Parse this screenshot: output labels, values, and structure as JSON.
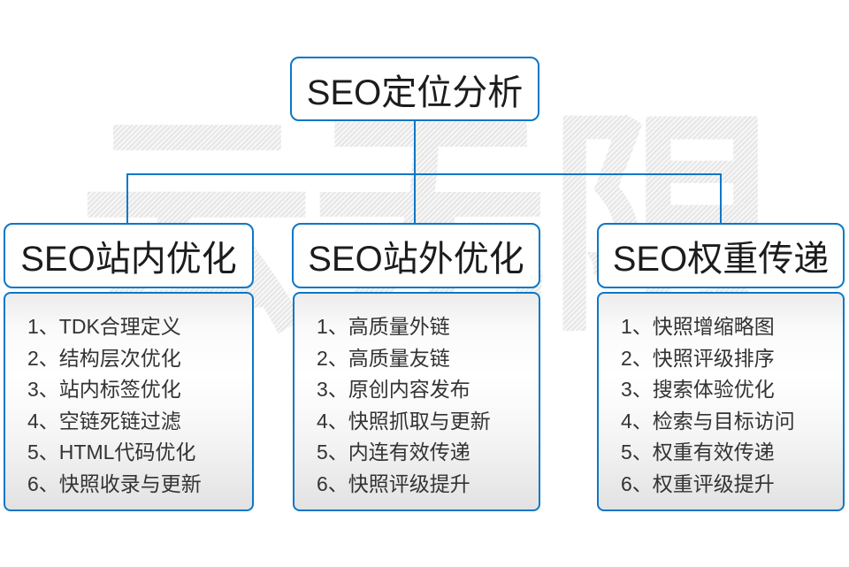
{
  "title": {
    "label": "SEO定位分析"
  },
  "watermark": {
    "text": "云无限"
  },
  "columns": [
    {
      "header": "SEO站内优化",
      "items": [
        "1、TDK合理定义",
        "2、结构层次优化",
        "3、站内标签优化",
        "4、空链死链过滤",
        "5、HTML代码优化",
        "6、快照收录与更新"
      ]
    },
    {
      "header": "SEO站外优化",
      "items": [
        "1、高质量外链",
        "2、高质量友链",
        "3、原创内容发布",
        "4、快照抓取与更新",
        "5、内连有效传递",
        "6、快照评级提升"
      ]
    },
    {
      "header": "SEO权重传递",
      "items": [
        "1、快照增缩略图",
        "2、快照评级排序",
        "3、搜索体验优化",
        "4、检索与目标访问",
        "5、权重有效传递",
        "6、权重评级提升"
      ]
    }
  ],
  "colors": {
    "accent_blue": "#0b77c8",
    "heading_text": "#1c1c1c",
    "list_text": "#333333",
    "watermark_gray": "#ebebeb"
  }
}
